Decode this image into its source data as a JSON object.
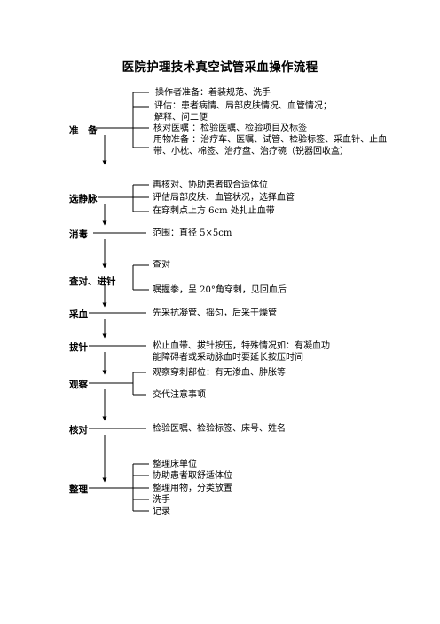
{
  "title": "医院护理技术真空试管采血操作流程",
  "steps": {
    "prep": {
      "label": "准　备",
      "items": [
        "操作者准备：着装规范、洗手",
        "评估：患者病情、局部皮肤情况、血管情况；解释、问二便",
        "核对医嘱 ：检验医嘱、检验项目及标签",
        "用物准备 ：治疗车、医嘱、试管、检验标签、采血针、止血带、小枕、棉签、治疗盘、治疗碗（锐器回收盒）"
      ]
    },
    "vein": {
      "label": "选静脉",
      "items": [
        "再核对、协助患者取合适体位",
        "评估局部皮肤、血管状况，选择血管",
        "在穿刺点上方 6cm 处扎止血带"
      ]
    },
    "disinfect": {
      "label": "消毒",
      "items": [
        "范围：直径 5×5cm"
      ]
    },
    "puncture": {
      "label": "查对、进针",
      "items": [
        "查对",
        "嘱握拳，呈 20°角穿刺，见回血后"
      ]
    },
    "blood": {
      "label": "采血",
      "items": [
        "先采抗凝管、摇匀，后采干燥管"
      ]
    },
    "withdraw": {
      "label": "拔针",
      "items": [
        "松止血带、拔针按压，特殊情况如：有凝血功能障碍者或采动脉血时要延长按压时间"
      ]
    },
    "observe": {
      "label": "观察",
      "items": [
        "观察穿刺部位：有无渗血、肿胀等",
        "交代注意事项"
      ]
    },
    "verify": {
      "label": "核对",
      "items": [
        "检验医嘱、检验标签、床号、姓名"
      ]
    },
    "tidy": {
      "label": "整理",
      "items": [
        "整理床单位",
        "协助患者取舒适体位",
        "整理用物，分类放置",
        "洗手",
        "记录"
      ]
    }
  }
}
